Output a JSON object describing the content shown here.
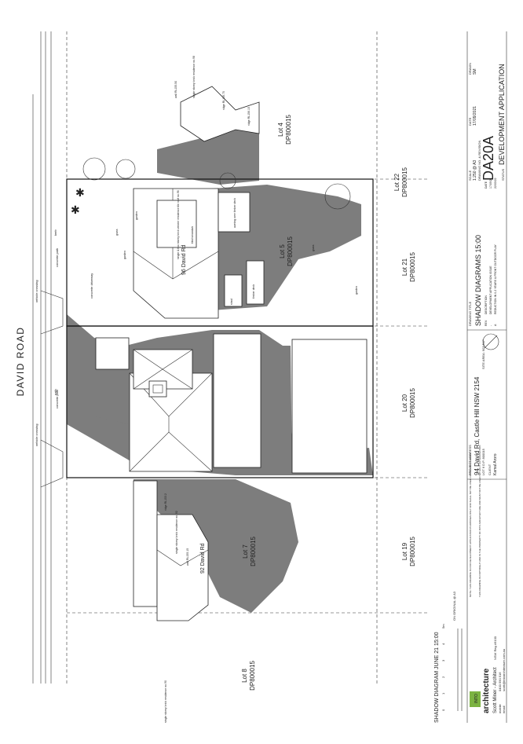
{
  "street": {
    "name": "DAVID ROAD"
  },
  "street_labels": {
    "vehicle_crossing_1": "vehicle crossing",
    "vehicle_crossing_2": "vehicle crossing",
    "concrete_path": "concrete path",
    "concrete_driveway": "concrete driveway",
    "concrete_path_2": "concrete path",
    "path": "path",
    "kerb": "kerb"
  },
  "lots": {
    "lot4": {
      "name": "Lot 4",
      "dp": "DP800015"
    },
    "lot22": {
      "name": "Lot 22",
      "dp": "DP800015"
    },
    "lot5": {
      "name": "Lot 5",
      "dp": "DP800015"
    },
    "lot21": {
      "name": "Lot 21",
      "dp": "DP800015"
    },
    "lot20": {
      "name": "Lot 20",
      "dp": "DP800015"
    },
    "lot7": {
      "name": "Lot 7",
      "dp": "DP800015"
    },
    "lot19": {
      "name": "Lot 19",
      "dp": "DP800015"
    },
    "lot8": {
      "name": "Lot 8",
      "dp": "DP800015"
    }
  },
  "neighbours": {
    "house96": "96 David Rd",
    "house92": "92 David Rd",
    "house96_note": "single & two storey brick veneer residence tile roof no.96",
    "house92_note": "single storey brick residence no. 92",
    "house98_note": "single storey brick residence no.98",
    "house90_note": "single storey brick residence no.90",
    "ridge_92": "ridge RL153.2",
    "ridge_98": "ridge RL156.75",
    "ridge_98b": "ridge RL156.15",
    "wall_label": "wall RL155.50",
    "wall_label_2": "wall RL155.15",
    "awning": "awning over timber deck",
    "timber_deck": "timber deck",
    "deck": "timber deck",
    "stair": "stair",
    "shed": "shed",
    "verandah": "tiled verandah",
    "garden": "garden",
    "garden_2": "garden",
    "garden_3": "garden",
    "grass": "grass",
    "grass_2": "grass"
  },
  "drawing": {
    "caption": "SHADOW DIAGRAM JUNE 21 15:00",
    "scale_on_original": "ON ORIGINAL @ A3",
    "scale_ticks": [
      "0",
      "1",
      "2",
      "3",
      "4",
      "5m"
    ]
  },
  "title_block": {
    "logo_top": "INTO",
    "logo_bottom": "architecture",
    "architect": "Scott Miner - Architect",
    "nsw_reg": "NSW Reg #9100",
    "mobile_label": "mobile",
    "mobile": "0400 590 516",
    "email_label": "email",
    "email": "scott@intoarchitecture.com.au",
    "note_1": "NOTE: THIS DRAWING IS FOR DEVELOPMENT APPLICATION PURPOSES ONLY AND SHALL NOT BE USED FOR CONSTRUCTION",
    "note_2": "THIS DRAWING IS COPYRIGHT AND IS THE PROPERTY OF INTO ARCHITECTURE AND MUST NOT BE USED WITHOUT AUTHORISATION",
    "project_address_label": "PROJECT ADDRESS",
    "project_address": "94 David Rd, Castle Hill NSW 2154",
    "lot_dp": "LOT 6  D.P. 800015",
    "site_area": "SITE AREA: 903.5m²",
    "client_label": "CLIENT",
    "client": "Kamal Aroro",
    "drawing_title_label": "DRAWING TITLE",
    "drawing_title": "SHADOW DIAGRAMS 15:00",
    "rev_header": "REV.",
    "desc_header": "DESCRIPTION",
    "date_header": "DATE",
    "rev_rows": [
      {
        "rev": "-",
        "desc": "DEVELOPMENT APPLICATION ISSUE",
        "date": "17/09/21"
      },
      {
        "rev": "A",
        "desc": "REDUCTION IN 0-2 YEARS & FRONT OUTDOOR PLAY",
        "date": "22/03/22"
      }
    ],
    "scale_label": "SCALE",
    "scale": "1:250 @ A3",
    "date_label": "DATE",
    "date": "17/09/2021",
    "drawn_label": "DRAWN",
    "drawn": "SM",
    "drawing_no_label": "DRAWING NO. & REVISION",
    "drawing_no": "DA20A",
    "status_label": "STATUS",
    "status": "DEVELOPMENT APPLICATION"
  },
  "colors": {
    "shadow": "#7d7d7d",
    "line": "#111111",
    "logo_green": "#7cb342",
    "logo_blue": "#1565c0"
  }
}
